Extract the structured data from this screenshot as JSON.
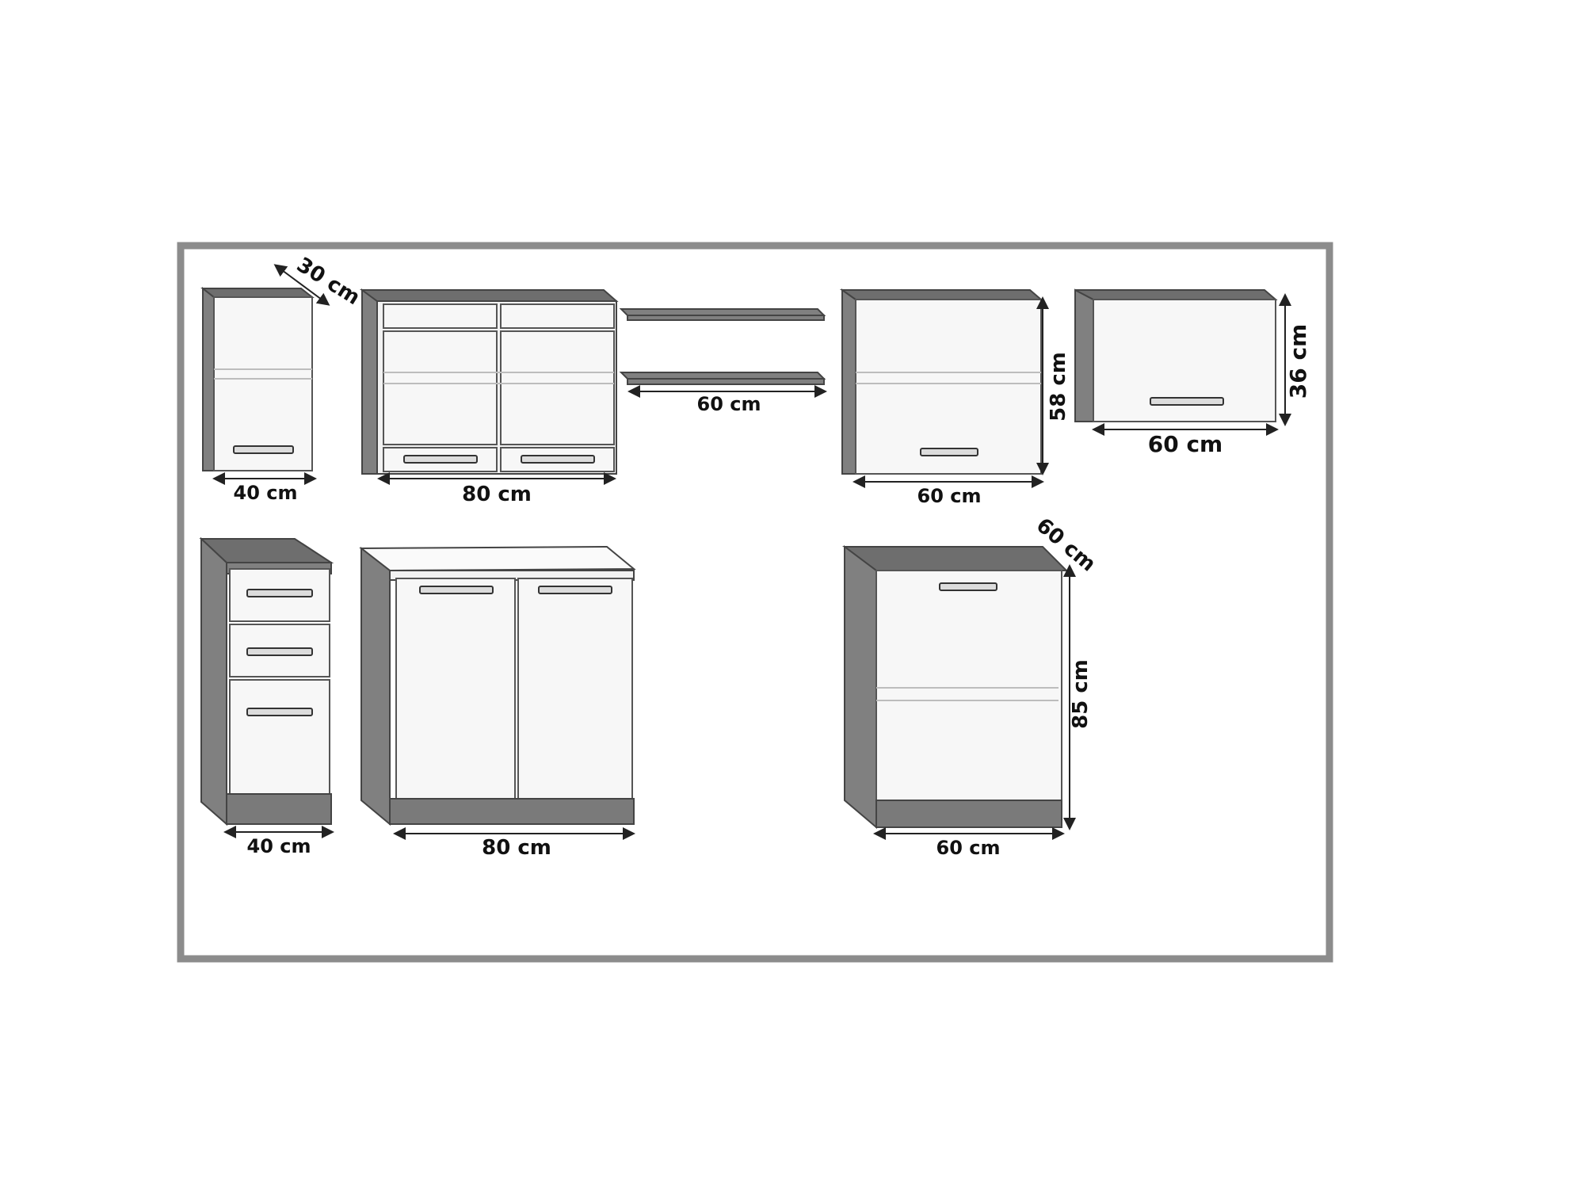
{
  "labels": {
    "depth_wall": "30 cm",
    "wall_40": "40 cm",
    "wall_80": "80 cm",
    "shelf_60": "60 cm",
    "wall_60_height": "58 cm",
    "wall_60": "60 cm",
    "hood_height": "36 cm",
    "hood_60": "60 cm",
    "depth_base": "60 cm",
    "base_height": "85 cm",
    "base_40": "40 cm",
    "base_80": "80 cm",
    "base_60": "60 cm"
  },
  "colors": {
    "frame": "#8c8c8c",
    "carcass": "#808080",
    "front": "#f2f2f2"
  }
}
